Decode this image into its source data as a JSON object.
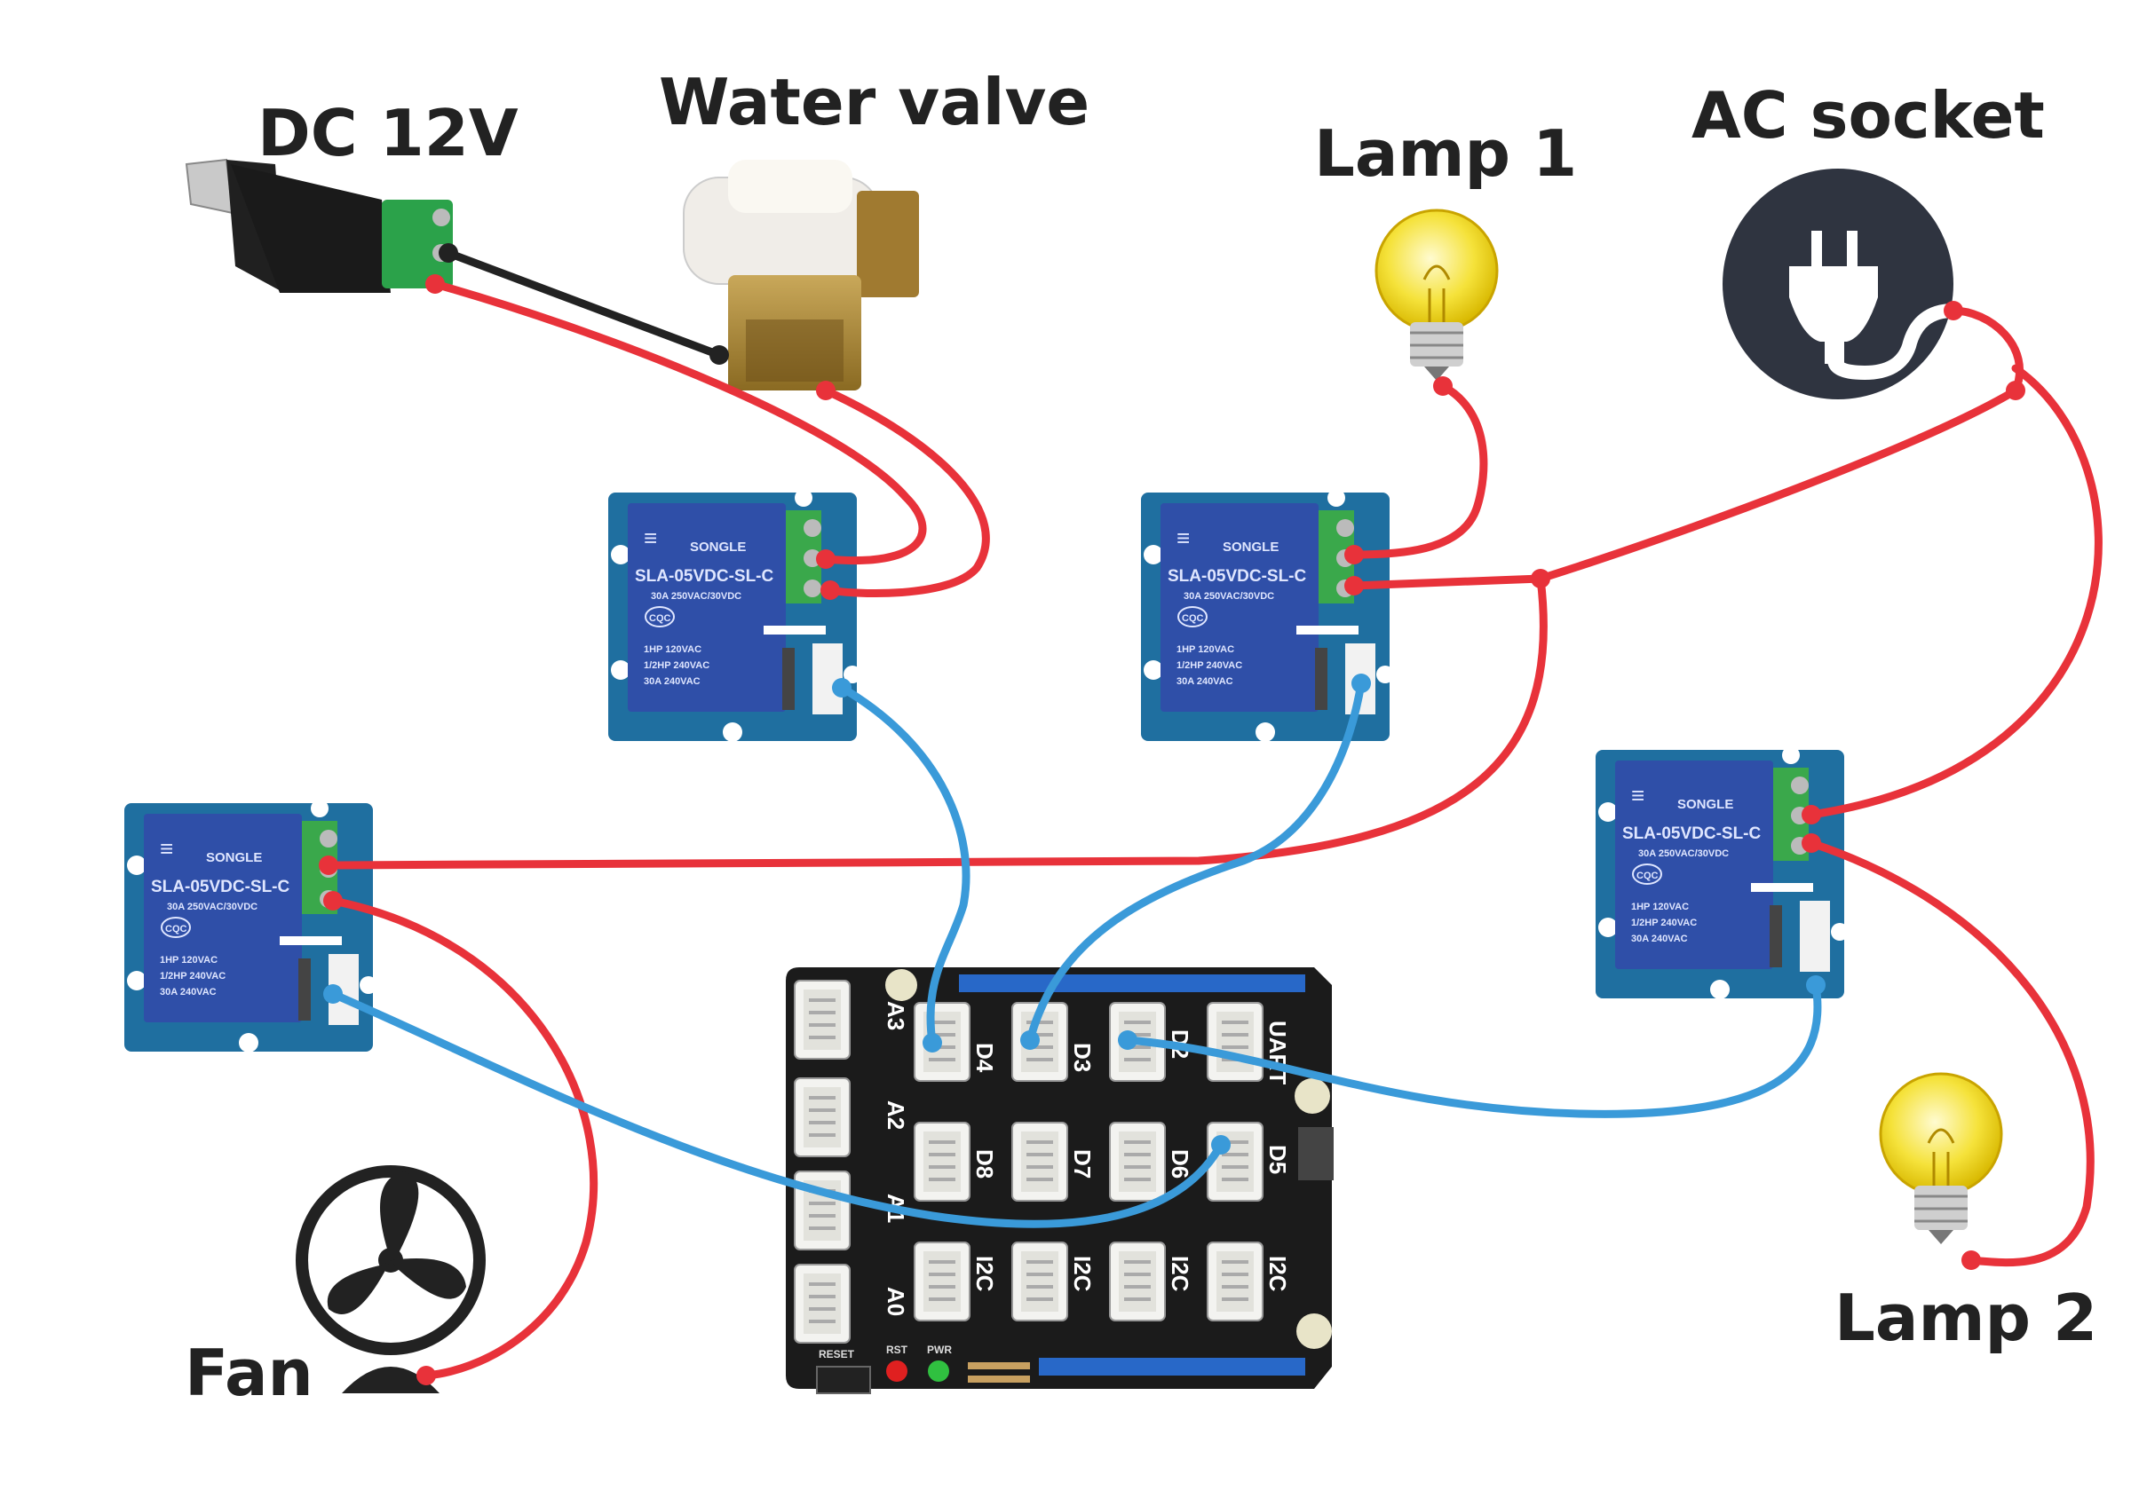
{
  "labels": {
    "dc": "DC 12V",
    "valve": "Water valve",
    "lamp1": "Lamp 1",
    "socket": "AC socket",
    "fan": "Fan",
    "lamp2": "Lamp 2"
  },
  "relay": {
    "brand": "SONGLE",
    "model": "SLA-05VDC-SL-C",
    "rating": "30A 250VAC/30VDC",
    "cert": "CQC",
    "spec1": "1HP 120VAC",
    "spec2": "1/2HP 240VAC",
    "spec3": "30A 240VAC"
  },
  "shield": {
    "ports_row1": [
      "A3",
      "D4",
      "D3",
      "D2",
      "UART"
    ],
    "ports_row2": [
      "A2",
      "D8",
      "D7",
      "D6",
      "D5"
    ],
    "ports_row3": [
      "A1"
    ],
    "ports_row4": [
      "A0",
      "I2C",
      "I2C",
      "I2C",
      "I2C"
    ],
    "reset": "RESET",
    "rst": "RST",
    "pwr": "PWR"
  },
  "colors": {
    "wire_power": "#e8323a",
    "wire_signal": "#3a9ad9",
    "wire_ground": "#222222",
    "relay_body": "#2f4fa8",
    "board": "#1f6fa0"
  }
}
